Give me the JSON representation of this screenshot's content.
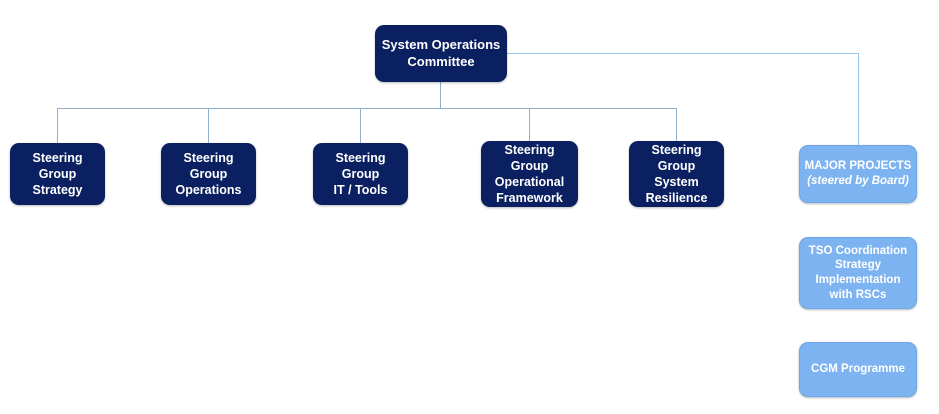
{
  "diagram": {
    "title": "System Operations Committee organisation chart",
    "colors": {
      "dark_node": "#0B2060",
      "light_node": "#7CB3F0",
      "connector": "#8FAFCB",
      "connector_light": "#9CC6E8",
      "node_text": "#FFFFFF",
      "background": "#FFFFFF"
    }
  },
  "root": {
    "label": "System Operations\nCommittee"
  },
  "steering_groups": [
    {
      "label": "Steering Group\nStrategy"
    },
    {
      "label": "Steering Group\nOperations"
    },
    {
      "label": "Steering Group\nIT / Tools"
    },
    {
      "label": "Steering Group\nOperational\nFramework"
    },
    {
      "label": "Steering Group\nSystem\nResilience"
    }
  ],
  "major_projects": {
    "title": "MAJOR PROJECTS",
    "subtitle": "(steered by Board)"
  },
  "projects": [
    {
      "label": "TSO Coordination\nStrategy\nImplementation\nwith RSCs"
    },
    {
      "label": "CGM Programme"
    }
  ]
}
